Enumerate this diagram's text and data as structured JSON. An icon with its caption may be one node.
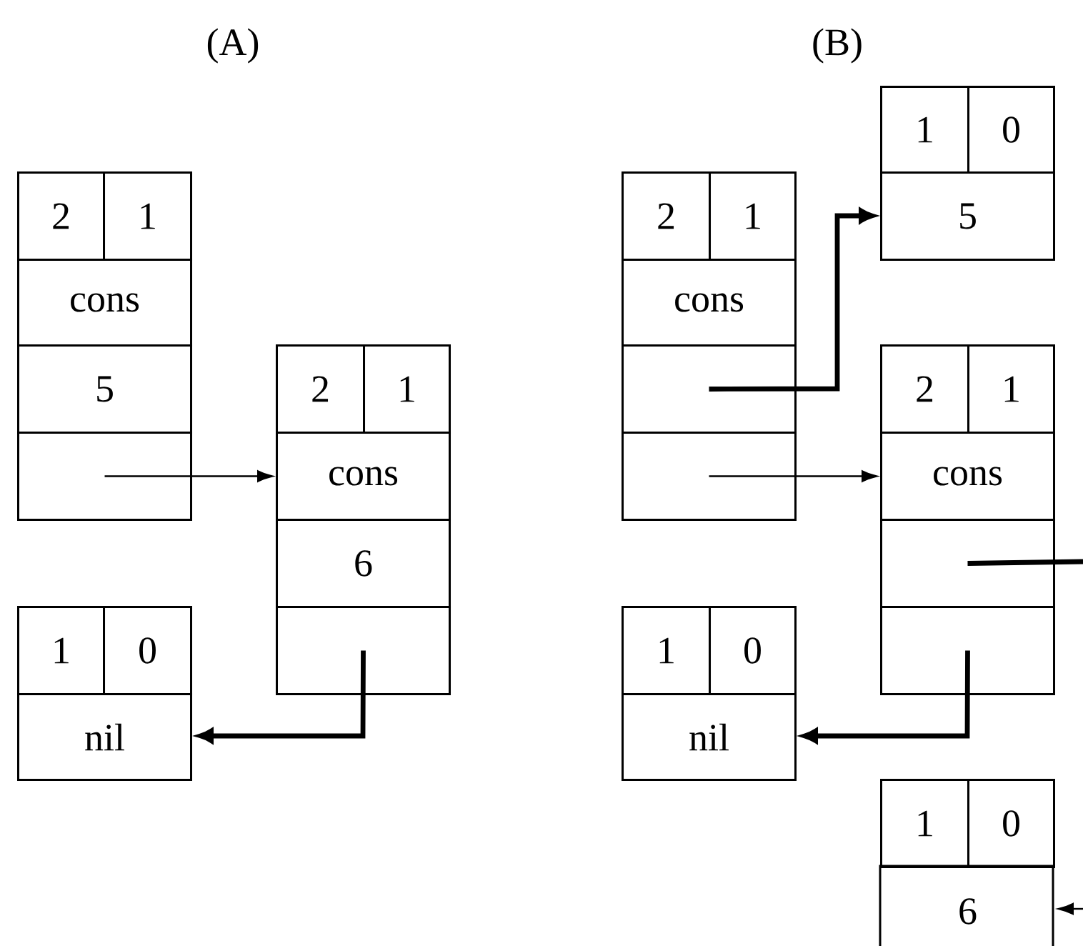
{
  "diagram": {
    "nodes": [
      {
        "text": [
          "2"
        ]
      },
      {
        "text": [
          "1"
        ]
      },
      {
        "text": [
          "cons"
        ]
      },
      {
        "text": [
          "5"
        ]
      },
      {
        "text": [],
        "shape": "box"
      },
      {
        "text": [
          "2"
        ]
      },
      {
        "text": [
          "1"
        ]
      },
      {
        "text": [
          "cons"
        ]
      },
      {
        "text": [
          "6"
        ]
      },
      {
        "text": [],
        "shape": "box"
      },
      {
        "text": [
          "1"
        ]
      },
      {
        "text": [
          "0"
        ]
      },
      {
        "text": [
          "nil"
        ]
      },
      {
        "text": [
          "1"
        ]
      },
      {
        "text": [
          "0"
        ]
      },
      {
        "text": [
          "2"
        ]
      },
      {
        "text": [
          "1"
        ]
      },
      {
        "text": [
          "5"
        ]
      },
      {
        "text": [
          "cons"
        ]
      },
      {
        "text": [],
        "shape": "box"
      },
      {
        "text": [
          "2"
        ]
      },
      {
        "text": [
          "1"
        ]
      },
      {
        "text": [],
        "shape": "box"
      },
      {
        "text": [
          "cons"
        ]
      },
      {
        "text": [],
        "shape": "box"
      },
      {
        "text": [
          "1"
        ]
      },
      {
        "text": [
          "0"
        ]
      },
      {
        "text": [],
        "shape": "box"
      },
      {
        "text": [
          "nil"
        ]
      },
      {
        "text": [
          "1"
        ]
      },
      {
        "text": [
          "0"
        ]
      },
      {
        "text": [
          "6"
        ]
      }
    ],
    "edges": [
      {
        "from": 4,
        "to": 7,
        "arrow": "to"
      },
      {
        "from": 9,
        "to": 12,
        "arrow": "to"
      },
      {
        "from": 19,
        "to": 17,
        "arrow": "to"
      },
      {
        "from": 22,
        "to": 23,
        "arrow": "to"
      },
      {
        "from": 24,
        "to": null,
        "arrow": "none"
      },
      {
        "from": null,
        "to": 31,
        "arrow": "to"
      },
      {
        "from": 27,
        "to": 28,
        "arrow": "to"
      }
    ],
    "labels": [
      "(A)",
      "(B)"
    ]
  }
}
